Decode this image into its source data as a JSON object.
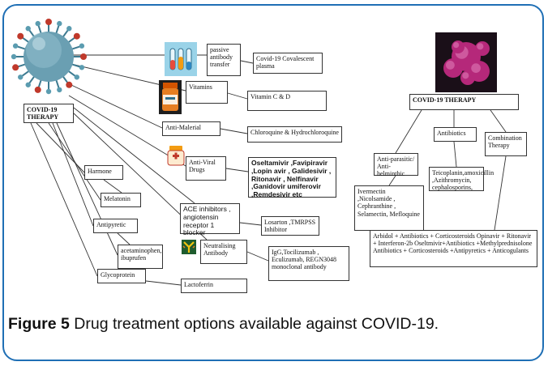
{
  "left_tree": {
    "root": "COVID-19 THERAPY",
    "nodes": {
      "passive": "passive antibody transfer",
      "plasma": "Covid-19 Covalescent plasma",
      "vitamins": "Vitamins",
      "vitcd": "Vitamin C & D",
      "antimalerial": "Anti-Malerial",
      "chloroquine": "Chloroquine & Hydrochloroquine",
      "antiviral": "Anti-Viral Drugs",
      "antiviral_list": "Oseltamivir ,Favipiravir ,Lopin avir , Galidesivir , Ritonavir , Nelfinavir ,Ganidovir umiferovir ,Remdesivir etc",
      "harmone": "Harmone",
      "melatonin": "Melatonin",
      "antipyretic": "Antipyretic",
      "acetaminophen": "acetaminophen, ibuprufen",
      "ace": "ACE inhibitors , angiotensin receptor 1 blocker",
      "losartan": "Losarton ,TMRPSS Inhibitor",
      "neutralising": "Neutralising Antibody",
      "igg": "IgG,Tocilizumab , Eculizumab, REGN3048 monoclonal antibody",
      "glycoprotein": "Glycoprotein",
      "lactoferrin": "Lactoferrin"
    }
  },
  "right_tree": {
    "root": "COVID-19 THERAPY",
    "nodes": {
      "antiparasitic": "Anti-parasitic/ Anti-helminthic",
      "ivermectin": "Ivermectin ,Nicolsamide , Cephranthine , Selamectin, Mefloquine",
      "antibiotics": "Antibiotics",
      "teicoplanin": "Teicoplanin,amoxicillin ,Azithromycin, cephalosporins,",
      "combination": "Combination Therapy",
      "combo_list": "Arbidol + Antibiotics + Corticosteroids Opinavir + Ritonavir + Interferon-2b Oseltmivir+Antibiotics +Methylprednisolone Antibiotics + Corticosteroids +Antipyretics + Anticogulants"
    }
  },
  "caption": {
    "label": "Figure 5",
    "text": " Drug treatment options available against COVID-19."
  },
  "icons": [
    "virus-icon",
    "test-tubes-icon",
    "vitamin-bottle-icon",
    "pill-bottle-icon",
    "antibody-icon",
    "pink-virus-cluster-icon"
  ],
  "colors": {
    "frame": "#1f6fb5",
    "virus_body": "#4a90a4",
    "virus_spike": "#c0392b",
    "cluster": "#b5287a"
  }
}
